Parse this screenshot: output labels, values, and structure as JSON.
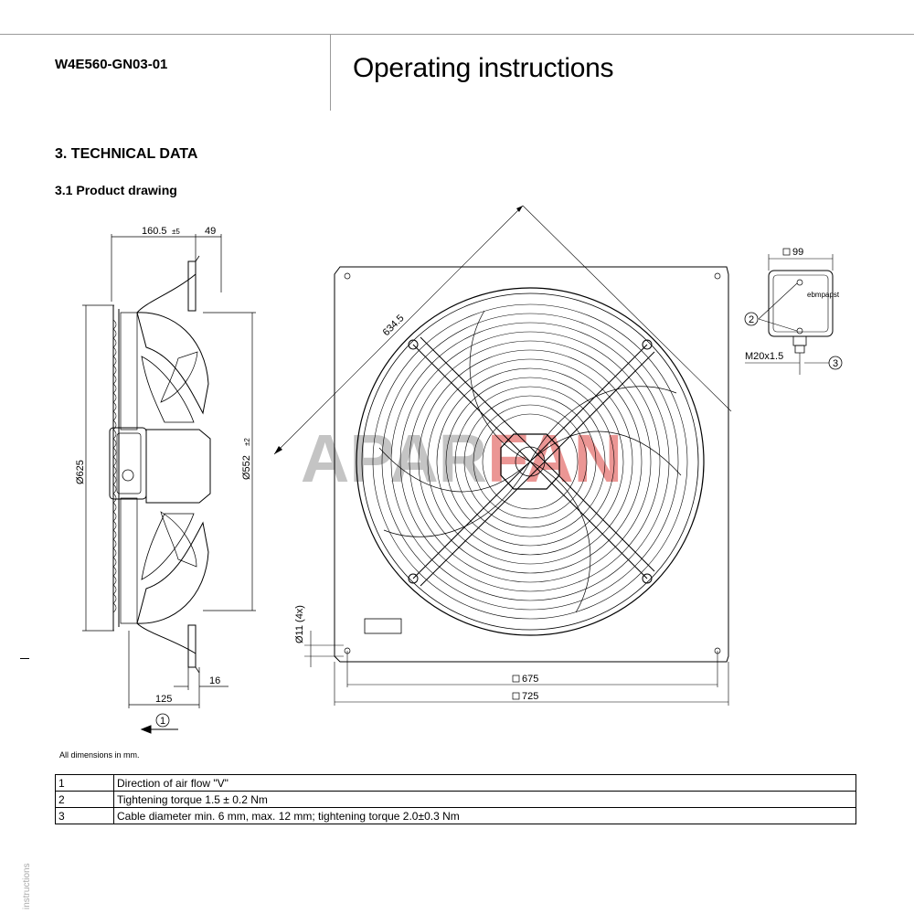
{
  "header": {
    "model": "W4E560-GN03-01",
    "title": "Operating instructions"
  },
  "section": {
    "title": "3. TECHNICAL DATA",
    "subtitle": "3.1 Product drawing"
  },
  "drawing": {
    "dim_depth": "160.5",
    "dim_depth_tol": "±5",
    "dim_49": "49",
    "dim_diam_625": "Ø625",
    "dim_diam_552": "Ø552",
    "dim_diam_552_tol": "±2",
    "dim_125": "125",
    "dim_16": "16",
    "dim_diag": "634.5",
    "dim_hole": "Ø11 (4x)",
    "dim_675": "675",
    "dim_725": "725",
    "dim_box": "99",
    "dim_thread": "M20x1.5",
    "callout_1": "1",
    "callout_2": "2",
    "callout_3": "3",
    "watermark": "APARFAN"
  },
  "note": "All dimensions in mm.",
  "legend": [
    {
      "num": "1",
      "text": "Direction of air flow \"V\""
    },
    {
      "num": "2",
      "text": "Tightening torque 1.5 ± 0.2 Nm"
    },
    {
      "num": "3",
      "text": "Cable diameter min. 6 mm, max. 12 mm; tightening torque 2.0±0.3 Nm"
    }
  ],
  "side_label": "instructions"
}
